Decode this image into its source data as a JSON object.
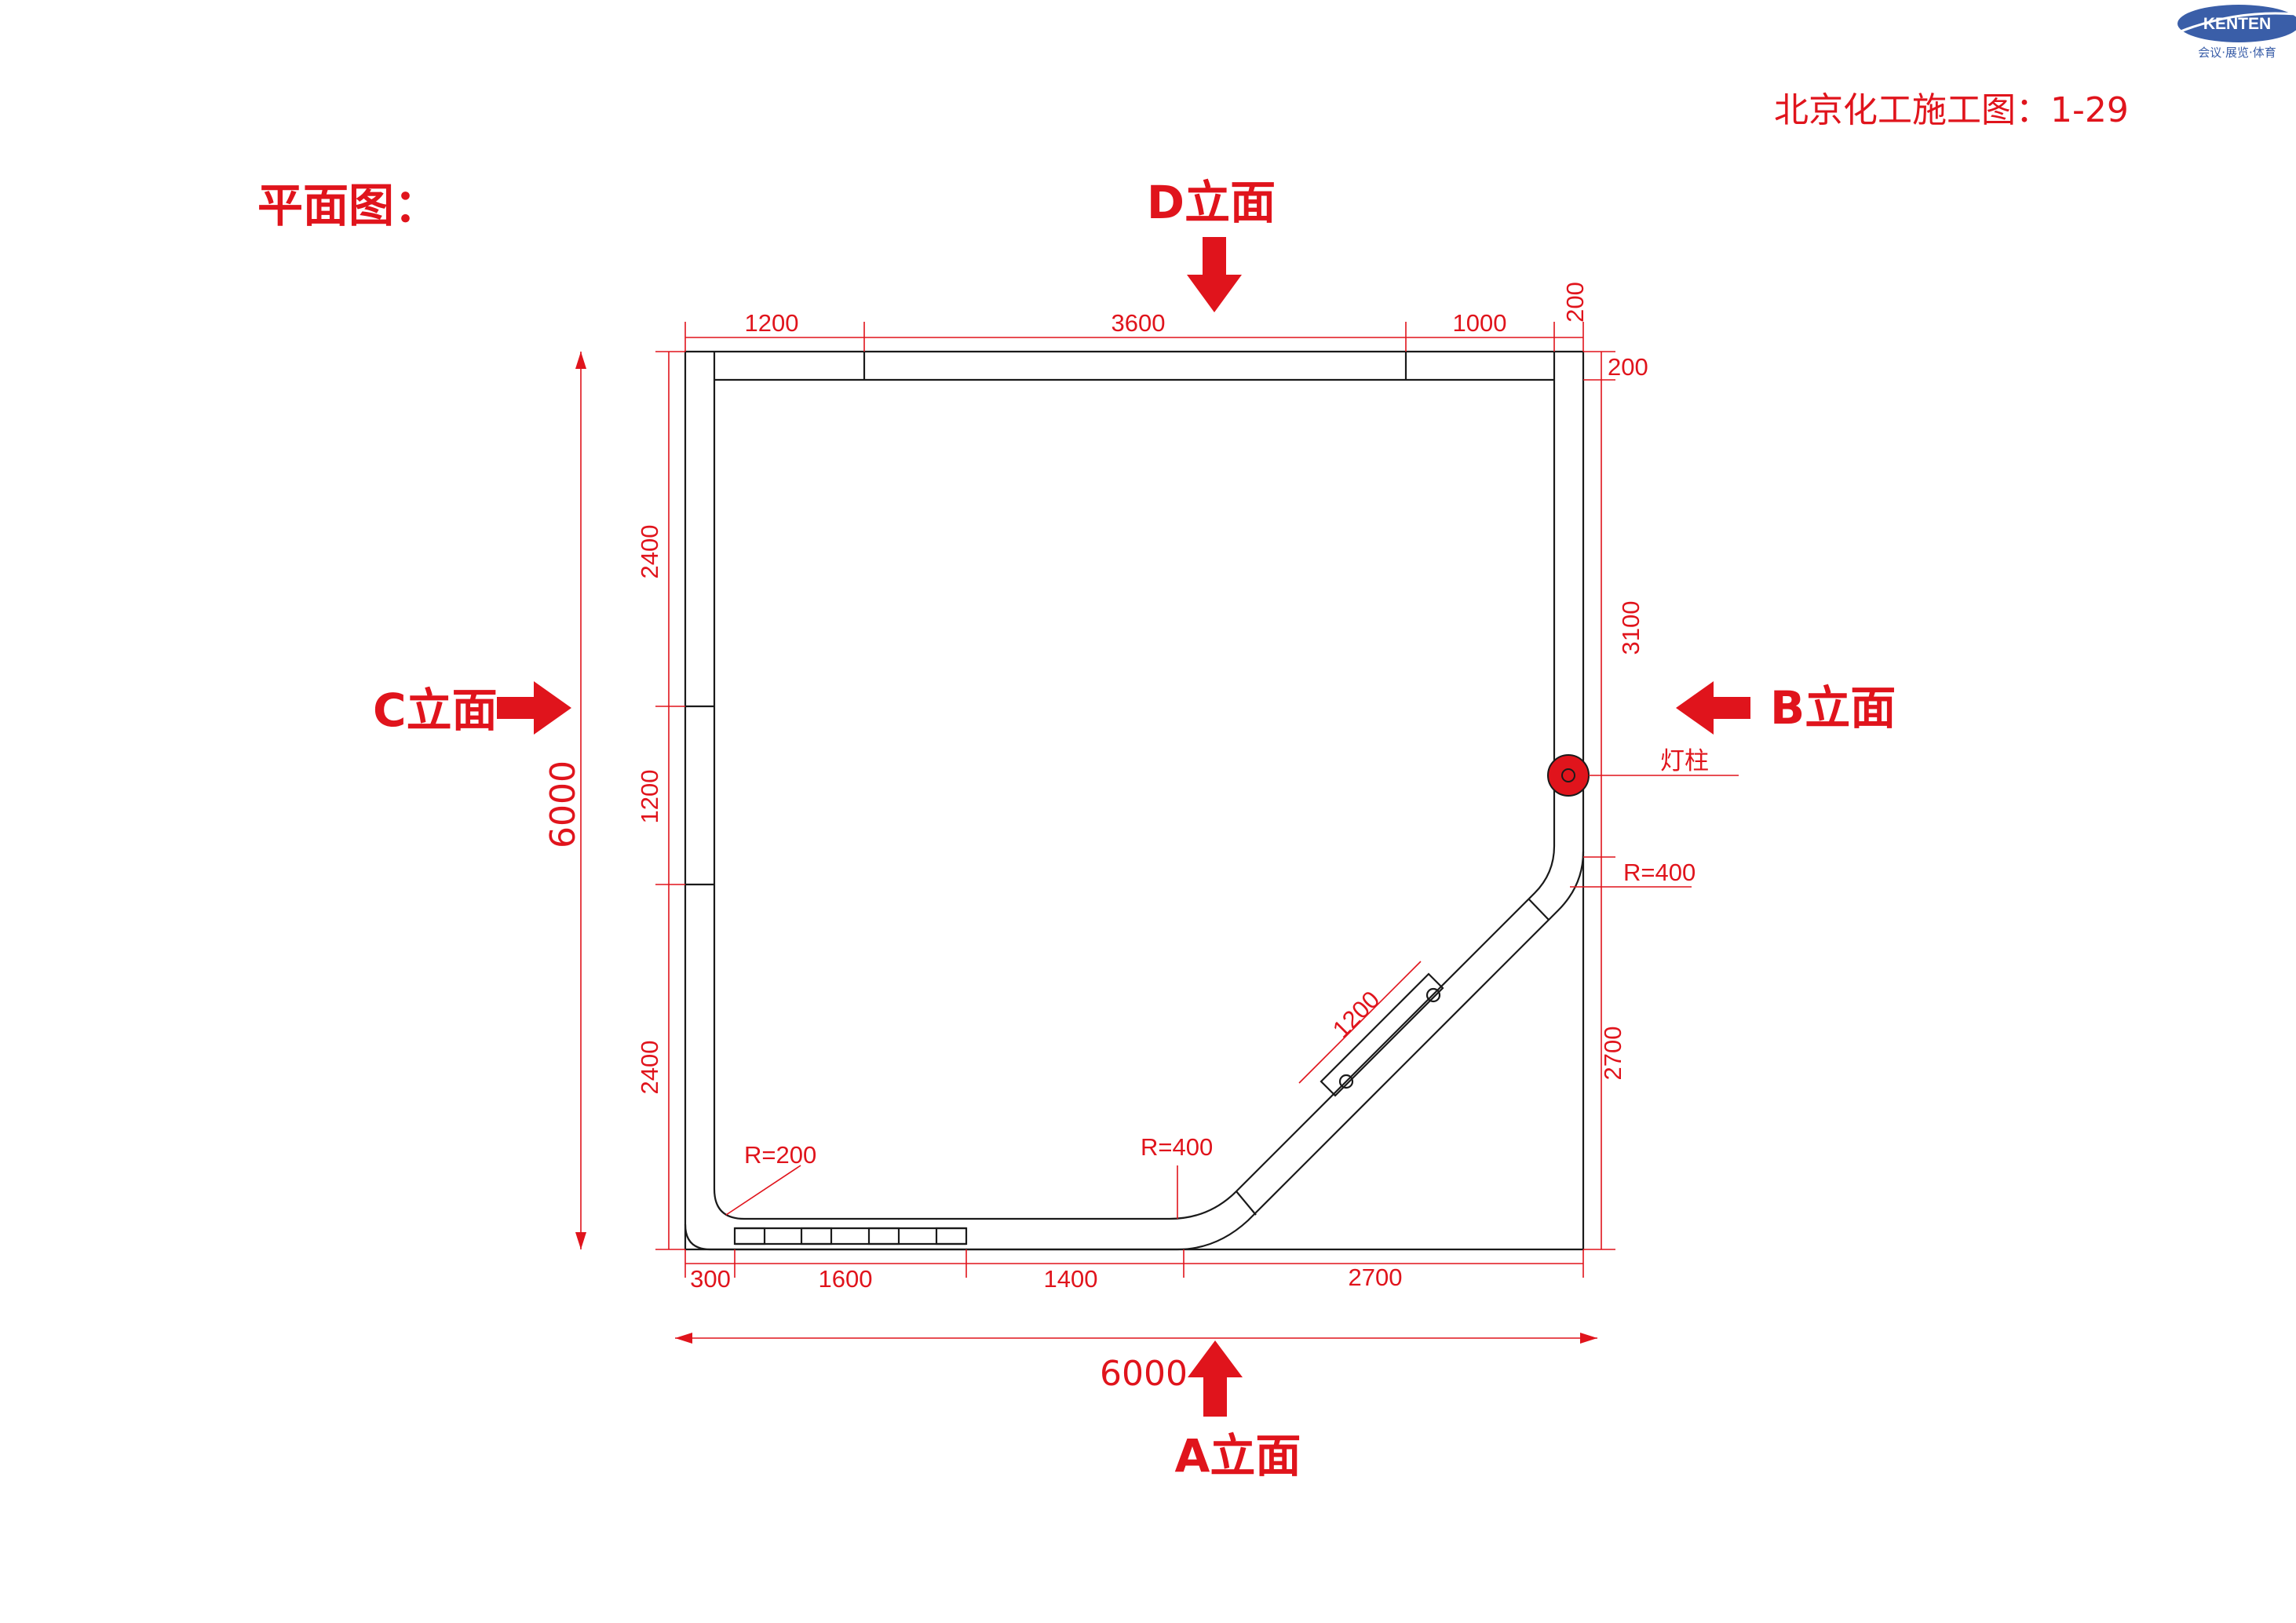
{
  "sheet_title": "北京化工施工图：1-29",
  "plan_title": "平面图：",
  "logo": {
    "brand": "KENTEN",
    "tagline": "会议·展览·体育",
    "colors": {
      "ellipse": "#3a5ea8"
    }
  },
  "elevations": {
    "a": "A立面",
    "b": "B立面",
    "c": "C立面",
    "d": "D立面"
  },
  "top_dimensions": [
    "1200",
    "3600",
    "1000"
  ],
  "top_right_dimensions": [
    "200",
    "200"
  ],
  "right_dimensions": [
    "3100",
    "2700"
  ],
  "left_dimensions": [
    "2400",
    "1200",
    "2400"
  ],
  "overall_height": "6000",
  "overall_width": "6000",
  "bottom_dimensions": [
    "300",
    "1600",
    "1400",
    "2700"
  ],
  "diagonal_dimension": "1200",
  "radius_labels": {
    "bottom_left": "R=200",
    "bottom_middle": "R=400",
    "right": "R=400"
  },
  "light_column_label": "灯柱",
  "colors": {
    "annotation": "#e0141c",
    "wall": "#1a1a1a",
    "light_column": "#e0141c"
  }
}
